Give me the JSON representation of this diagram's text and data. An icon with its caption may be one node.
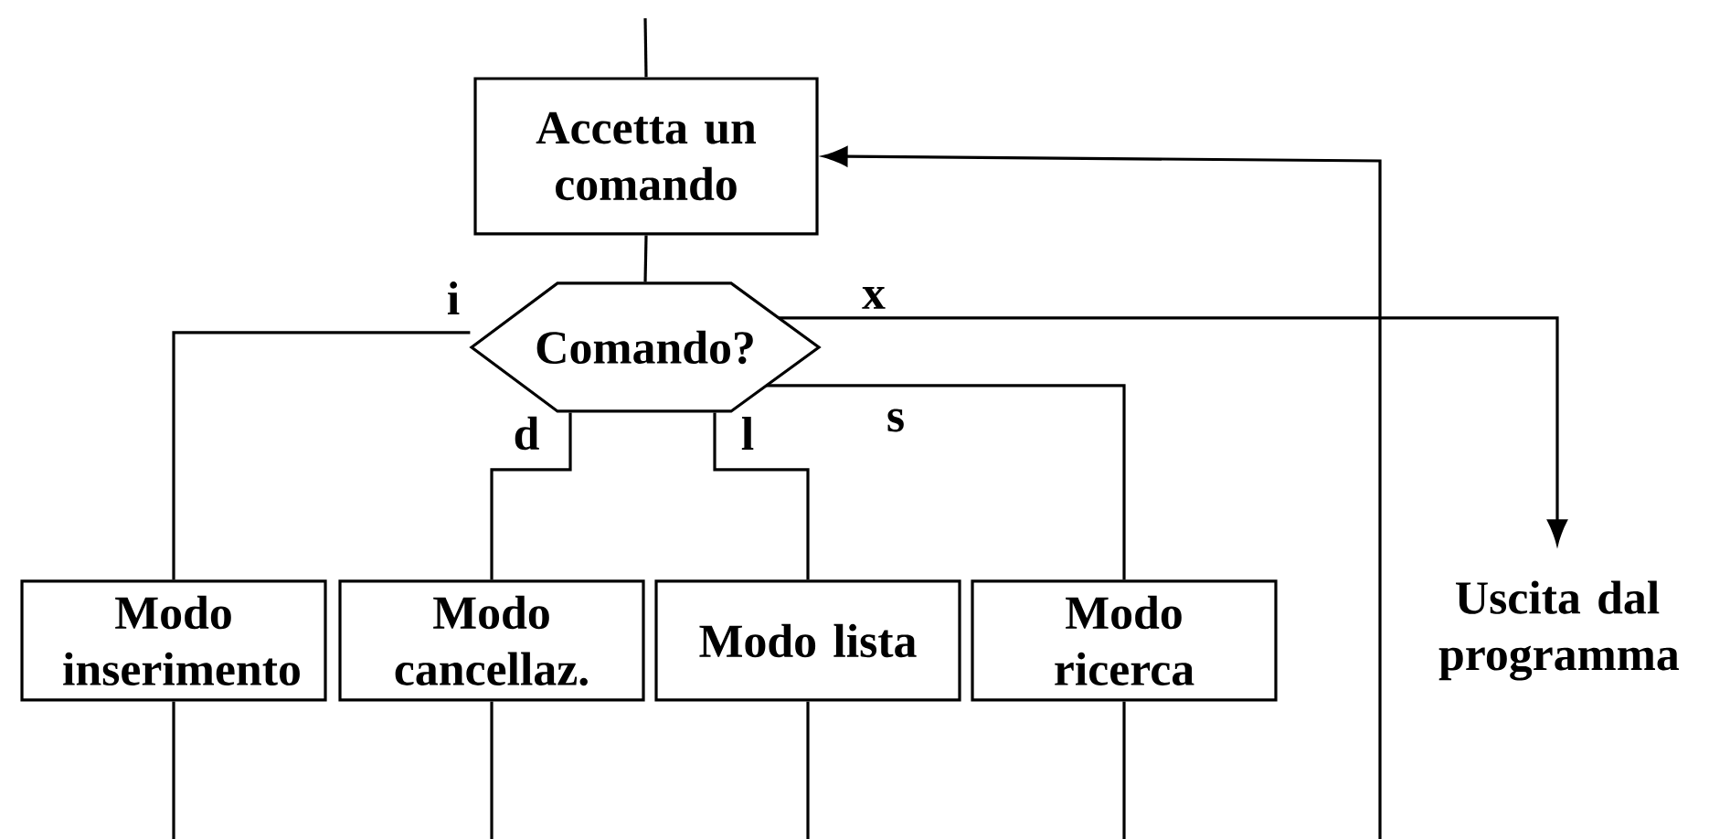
{
  "diagram": {
    "nodes": [
      {
        "text": [
          "Accetta un comando"
        ]
      },
      {
        "text": [
          "Comando?"
        ]
      },
      {
        "text": [
          "Modo inserimento"
        ]
      },
      {
        "text": [
          "Modo cancellaz."
        ]
      },
      {
        "text": [
          "Modo lista"
        ]
      },
      {
        "text": [
          "Modo ricerca"
        ]
      },
      {
        "text": [
          "Uscita dal programma"
        ]
      }
    ],
    "edges": [
      {
        "from": null,
        "to": 0,
        "arrow": "none"
      },
      {
        "from": 0,
        "to": 1,
        "arrow": "none"
      },
      {
        "from": 1,
        "to": 2,
        "arrow": "none",
        "label": "i"
      },
      {
        "from": 1,
        "to": 3,
        "arrow": "none",
        "label": "d"
      },
      {
        "from": 1,
        "to": 4,
        "arrow": "none",
        "label": "l"
      },
      {
        "from": 1,
        "to": 5,
        "arrow": "none",
        "label": "s"
      },
      {
        "from": 1,
        "to": 6,
        "arrow": "to",
        "label": "x"
      },
      {
        "from": null,
        "to": 0,
        "arrow": "to"
      },
      {
        "from": 2,
        "to": null,
        "arrow": "none"
      },
      {
        "from": 3,
        "to": null,
        "arrow": "none"
      },
      {
        "from": 4,
        "to": null,
        "arrow": "none"
      },
      {
        "from": 5,
        "to": null,
        "arrow": "none"
      }
    ]
  }
}
